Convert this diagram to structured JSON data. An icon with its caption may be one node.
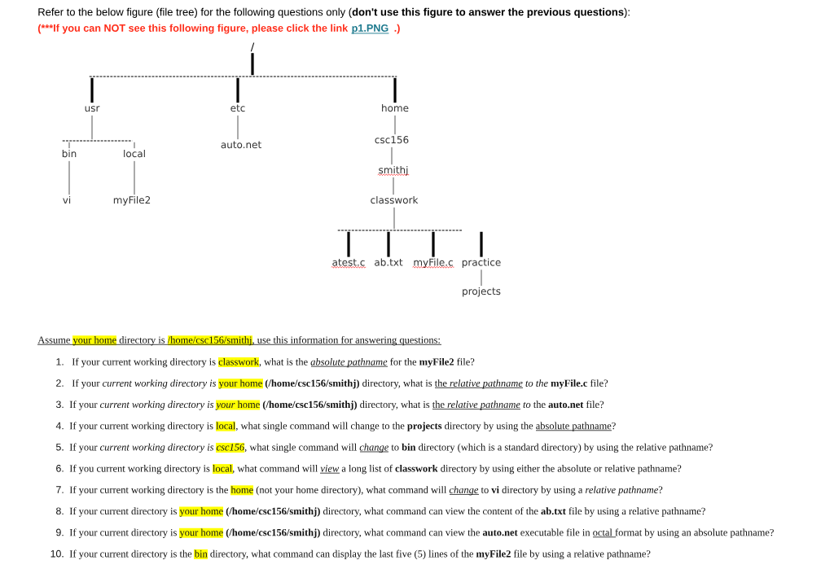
{
  "diagram": {
    "nodes": [
      {
        "text": [
          "/"
        ]
      },
      {
        "text": [],
        "shape": "bar"
      },
      {
        "text": [
          "usr"
        ]
      },
      {
        "text": [
          "etc"
        ]
      },
      {
        "text": [
          "home"
        ]
      },
      {
        "text": [],
        "shape": "bar"
      },
      {
        "text": [
          "csc156"
        ]
      },
      {
        "text": [
          "auto.net"
        ]
      },
      {
        "text": [
          "bin"
        ]
      },
      {
        "text": [
          "local"
        ]
      },
      {
        "text": [
          "smithj"
        ]
      },
      {
        "text": [
          "vi"
        ]
      },
      {
        "text": [
          "myFile2"
        ]
      },
      {
        "text": [
          "classwork"
        ]
      },
      {
        "text": [],
        "shape": "bar"
      },
      {
        "text": [
          "atest.c"
        ]
      },
      {
        "text": [
          "ab.txt"
        ]
      },
      {
        "text": [
          "myFile.c"
        ]
      },
      {
        "text": [
          "practice"
        ]
      },
      {
        "text": [
          "projects"
        ]
      }
    ],
    "edges": [
      {
        "from": 0,
        "to": 1,
        "arrow": "none",
        "style": "thick"
      },
      {
        "from": 1,
        "to": 2,
        "arrow": "none",
        "style": "thick"
      },
      {
        "from": 1,
        "to": 3,
        "arrow": "none",
        "style": "thick"
      },
      {
        "from": 1,
        "to": 4,
        "arrow": "none",
        "style": "thick"
      },
      {
        "from": 2,
        "to": 5,
        "arrow": "none"
      },
      {
        "from": 5,
        "to": 8,
        "arrow": "none"
      },
      {
        "from": 5,
        "to": 9,
        "arrow": "none"
      },
      {
        "from": 3,
        "to": 7,
        "arrow": "none"
      },
      {
        "from": 4,
        "to": 6,
        "arrow": "none"
      },
      {
        "from": 8,
        "to": 11,
        "arrow": "none"
      },
      {
        "from": 9,
        "to": 12,
        "arrow": "none"
      },
      {
        "from": 6,
        "to": 10,
        "arrow": "none"
      },
      {
        "from": 10,
        "to": 13,
        "arrow": "none"
      },
      {
        "from": 13,
        "to": 14,
        "arrow": "none"
      },
      {
        "from": 14,
        "to": 15,
        "arrow": "none",
        "style": "thick"
      },
      {
        "from": 14,
        "to": 16,
        "arrow": "none",
        "style": "thick"
      },
      {
        "from": 14,
        "to": 17,
        "arrow": "none",
        "style": "thick"
      },
      {
        "from": 14,
        "to": 18,
        "arrow": "none",
        "style": "thick"
      },
      {
        "from": 18,
        "to": 19,
        "arrow": "none"
      }
    ],
    "labels": [
      "Refer to the below figure (file tree) for the following questions only (**don't use this figure to answer the previous questions**):",
      "(***If you can NOT see this following figure, please click the link",
      "p1.PNG",
      ".)",
      "Assume your home directory is /home/csc156/smithj, use this information for answering questions:",
      "1.",
      "If your current working directory is classwork, what is the *absolute pathname* for the **myFile2** file?",
      "2.",
      "If your *current working directory is* your home **(/home/csc156/smithj)** directory, what is the *relative pathname to the* **myFile.c** file?",
      "3.",
      "If your *current working directory is your* home **(/home/csc156/smithj)** directory, what is the *relative pathname to* the **auto.net** file?",
      "4.",
      "If your current working directory is local, what single command will change to the **projects** directory by using the absolute pathname?",
      "5.",
      "If your *current working directory is csc156*, what single command will *change* to **bin** directory (which is a standard directory) by using the relative pathname?",
      "6.",
      "If you current working directory is local, what command will *view* a long list of **classwork** directory by using either the absolute or relative pathname?",
      "7.",
      "If your current working directory is the home (not your home directory), what command will *change* to **vi** directory by using a *relative pathname*?",
      "8.",
      "If your current directory is your home **(/home/csc156/smithj)** directory, what command can view the content of the **ab.txt** file by using a relative pathname?",
      "9.",
      "If your current directory is your home **(/home/csc156/smithj)** directory, what command can view the **auto.net** executable file in octal format by using an absolute pathname?",
      "10.",
      "If your current directory is the bin directory, what command can display the last five (5) lines of the **myFile2** file by using a relative pathname?"
    ]
  }
}
